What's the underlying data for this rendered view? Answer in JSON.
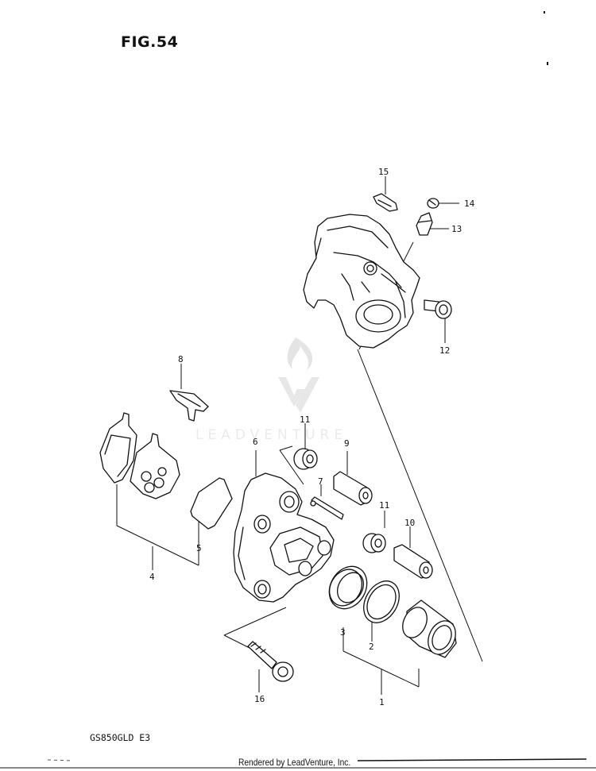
{
  "figure": {
    "title": "FIG.54",
    "model": "GS850GLD  E3",
    "footer": "Rendered by LeadVenture, Inc."
  },
  "watermark": {
    "text": "LEADVENTURE",
    "color": "#d9d9d9"
  },
  "callouts": {
    "p1": "1",
    "p2": "2",
    "p3": "3",
    "p4": "4",
    "p5": "5",
    "p6": "6",
    "p7": "7",
    "p8": "8",
    "p9": "9",
    "p10": "10",
    "p11a": "11",
    "p11b": "11",
    "p12": "12",
    "p13": "13",
    "p14": "14",
    "p15": "15",
    "p16": "16"
  }
}
